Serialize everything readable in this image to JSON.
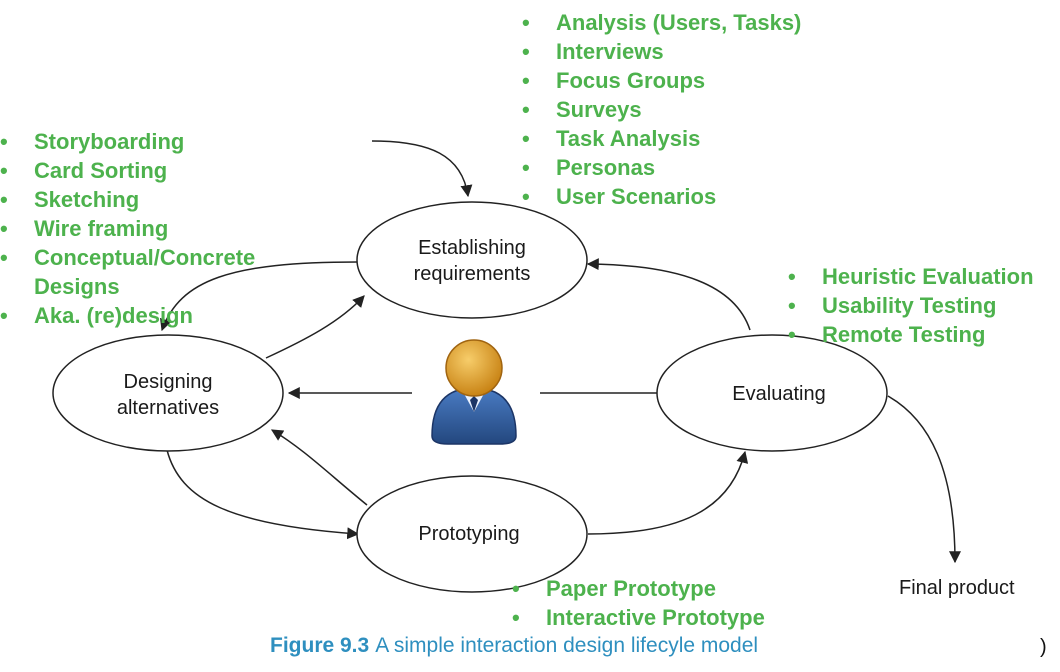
{
  "nodes": {
    "requirements": [
      "Establishing",
      "requirements"
    ],
    "designing": [
      "Designing",
      "alternatives"
    ],
    "evaluating": [
      "Evaluating"
    ],
    "prototyping": [
      "Prototyping"
    ],
    "final_product": "Final product"
  },
  "lists": {
    "design_methods": [
      "Storyboarding",
      "Card Sorting",
      "Sketching",
      "Wire framing",
      "Conceptual/Concrete\nDesigns",
      "Aka. (re)design"
    ],
    "requirements_methods": [
      "Analysis (Users, Tasks)",
      "Interviews",
      "Focus Groups",
      "Surveys",
      "Task Analysis",
      "Personas",
      "User Scenarios"
    ],
    "evaluation_methods": [
      "Heuristic Evaluation",
      "Usability Testing",
      "Remote Testing"
    ],
    "prototype_types": [
      "Paper Prototype",
      "Interactive Prototype"
    ]
  },
  "caption": {
    "figure_number": "Figure 9.3",
    "text": "A simple interaction design lifecyle model"
  },
  "stray_mark": ")",
  "colors": {
    "bullet_text": "#4db24d",
    "caption": "#2e8fbf",
    "user_head": "#e0a030",
    "user_body": "#2f5f9e"
  },
  "icons": [
    "user-icon"
  ]
}
